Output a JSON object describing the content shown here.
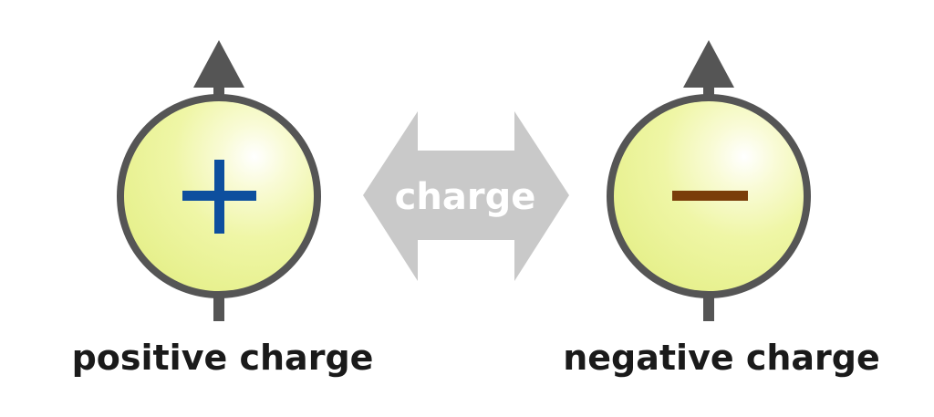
{
  "left_particle": {
    "sign": "+",
    "label": "positive charge",
    "sign_color": "#0d4f9e"
  },
  "right_particle": {
    "sign": "−",
    "label": "negative charge",
    "sign_color": "#7a3d0a"
  },
  "connector": {
    "label": "charge",
    "arrow_color": "#c9c9c9",
    "text_color": "#ffffff"
  },
  "colors": {
    "particle_fill": "#eef5a0",
    "particle_outline": "#555555",
    "spin_arrow": "#555555",
    "label_text": "#1a1a1a"
  },
  "icons": {
    "left_spin": "up-arrow-icon",
    "right_spin": "up-arrow-icon",
    "connector": "double-headed-arrow-icon"
  }
}
